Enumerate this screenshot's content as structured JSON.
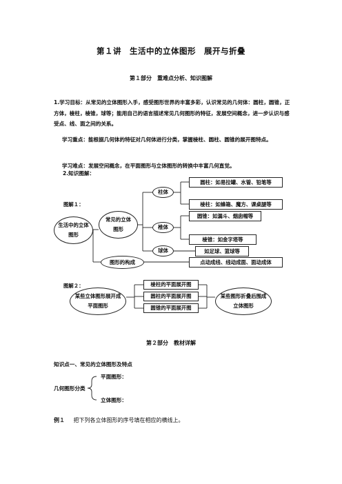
{
  "title": "第１讲　生活中的立体图形　展开与折叠",
  "part1": "第１部分　重难点分析、知识图解",
  "goals_text": "1.学习目标：从常见的立体图形入手，感受图形世界的丰富多彩，认识常见的几何体：圆柱，圆锥，正方体，棱柱，棱锥，球等；能用自己的语言描述常见几何图形的特征，发展空间概念，进一步认识与感受点、线、面之间的关系。",
  "key_points": "学习重点：能根据几何体的特征对几何体进行分类，掌握棱柱、圆柱、圆锥的展开图特点。",
  "difficulties": "学习难点：发展空间概念，在平面图形与立体图形的转换中丰富几何直觉。",
  "diagram_heading": "2.知识图解：",
  "diagram1": {
    "label": "图解１：",
    "root": "生活中的立体图形",
    "common": "常见的立体图形",
    "composition": "图形的构成",
    "cylinder": "柱体",
    "cone": "椎体",
    "sphere": "球体",
    "cylinder_round": "圆柱：如易拉罐、水管、铅笔等",
    "cylinder_prism": "棱柱：如蜂箱、魔方、课桌腿等",
    "cone_round": "圆锥：如漏斗、烟囱帽等",
    "cone_pyramid": "棱锥：如金字塔等",
    "sphere_example": "如足球、篮球等",
    "composition_desc": "点动成线、线动成面、面动成体"
  },
  "diagram2": {
    "label": "图解２：",
    "left": "某些立体图形展开成平面图形",
    "right": "某些图形折叠后围成立体图形",
    "mid1": "棱柱的平面展开图",
    "mid2": "圆柱的平面展开图",
    "mid3": "圆锥的平面展开图"
  },
  "part2": "第２部分　教材详解",
  "knowledge1": "知识点一、常见的立体图形及特点",
  "classify_label": "几何图形分类",
  "plane": "平面图形：",
  "solid": "立体图形：",
  "example_label": "例１",
  "example_text": "把下列各立体图形的序号填在相应的横线上。"
}
